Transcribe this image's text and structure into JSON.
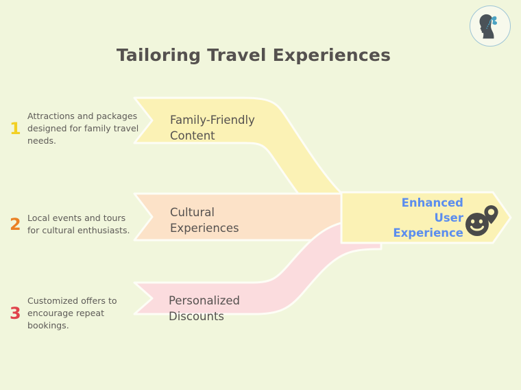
{
  "page": {
    "background_color": "#f1f6dc",
    "title": "Tailoring Travel Experiences",
    "title_color": "#55514f"
  },
  "logo": {
    "icon": "woman-profile-butterfly-logo",
    "ring_color": "#9ec5d6",
    "silhouette_color": "#4a5258",
    "butterfly_color": "#4ba3c3"
  },
  "steps": [
    {
      "number": "1",
      "number_color": "#f2d024",
      "description": "Attractions and packages designed for family travel needs."
    },
    {
      "number": "2",
      "number_color": "#ea8024",
      "description": "Local events and tours for cultural enthusiasts."
    },
    {
      "number": "3",
      "number_color": "#e0434b",
      "description": "Customized offers to encourage repeat bookings."
    }
  ],
  "bands": [
    {
      "label": "Family-Friendly\nContent",
      "fill": "#fbf2b5",
      "text_color": "#55514f"
    },
    {
      "label": "Cultural\nExperiences",
      "fill": "#fce2c8",
      "text_color": "#55514f"
    },
    {
      "label": "Personalized\nDiscounts",
      "fill": "#fbdcde",
      "text_color": "#55514f"
    }
  ],
  "outcome": {
    "label": "Enhanced\nUser\nExperience",
    "text_color": "#5b8dee",
    "fill": "#fbf2b5",
    "icons": [
      {
        "name": "smiley-face-icon",
        "color": "#4a4a49"
      },
      {
        "name": "map-pin-icon",
        "color": "#4a4a49"
      }
    ]
  }
}
